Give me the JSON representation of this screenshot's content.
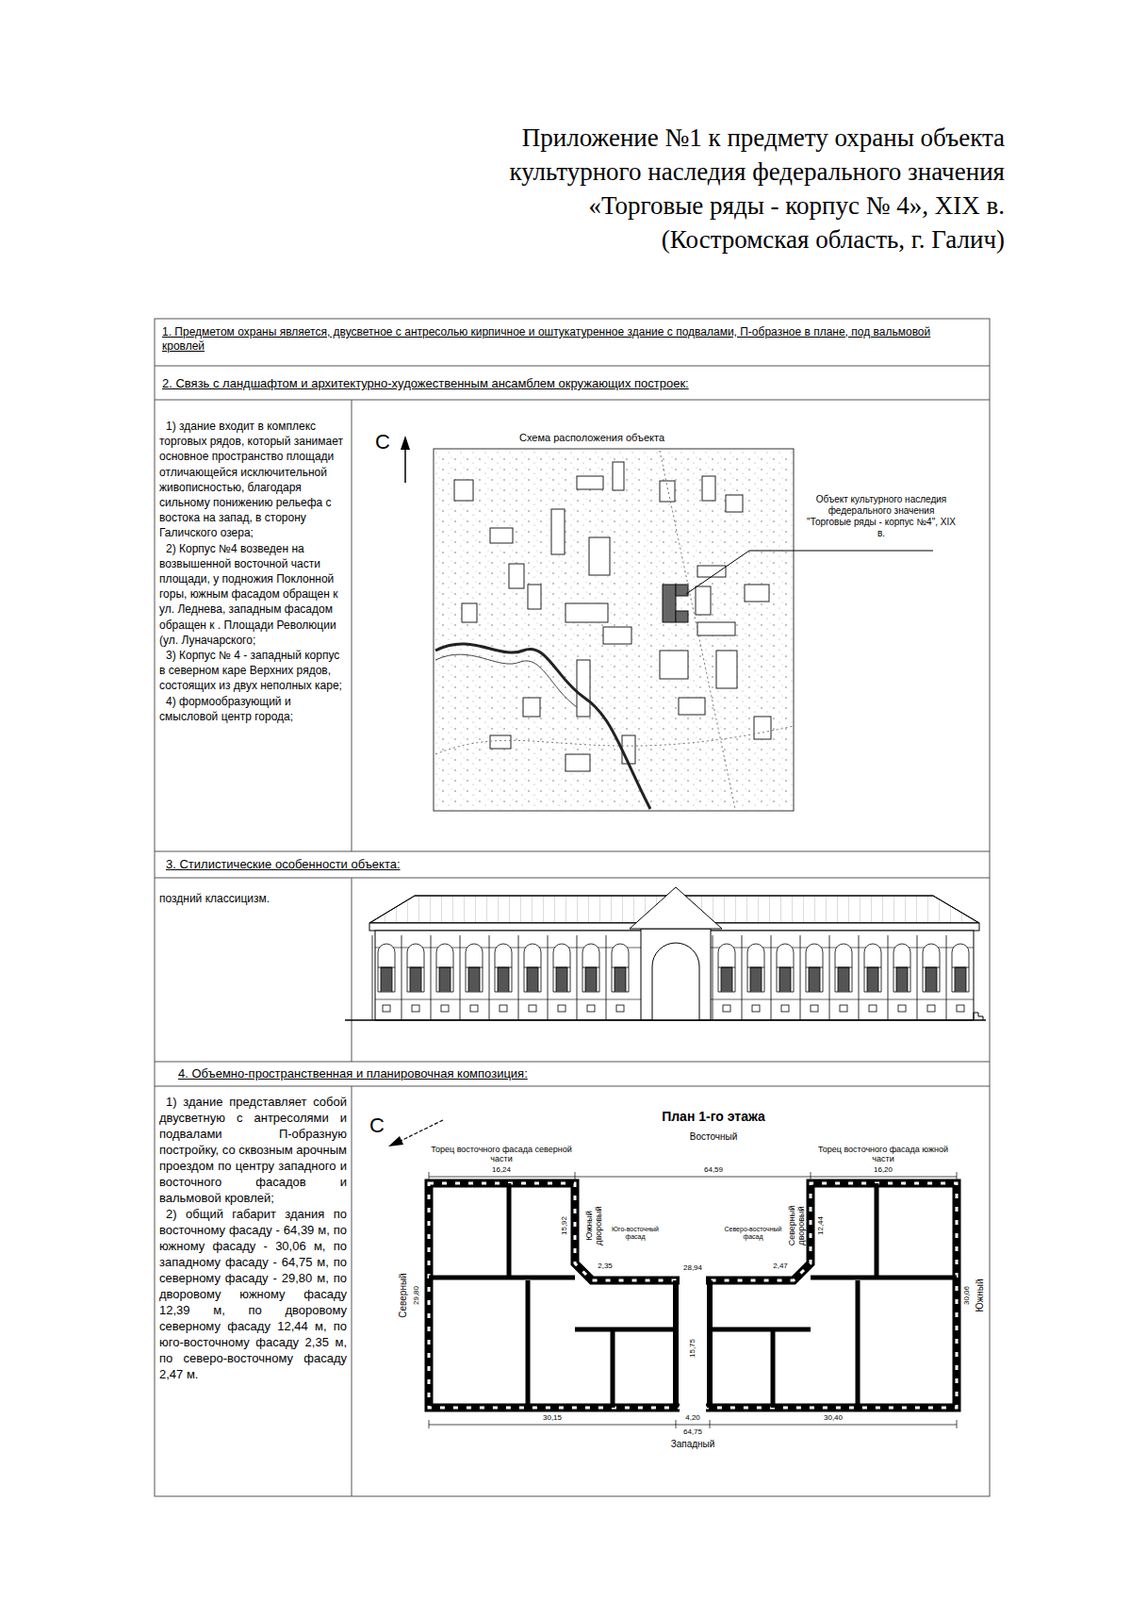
{
  "diagram": {
    "title": "Приложение №1 к предмету охраны объекта культурного наследия федерального значения «Торговые ряды - корпус № 4», XIX в. (Костромская область, г. Галич)",
    "labels": [
      "1. Предметом охраны является, двусветное с антресолью кирпичное и оштукатуренное здание с подвалами, П-образное в плане, под вальмовой кровлей",
      "2. Связь с ландшафтом и архитектурно-художественным ансамблем окружающих построек:",
      "С",
      "Схема расположения объекта",
      "Объект культурного наследия федерального значения \"Торговые ряды - корпус №4\", XIX в.",
      "1) здание входит в комплекс торговых рядов, который занимает основное пространство площади отличающейся исключительной живописностью, благодаря сильному понижению рельефа с востока на запад, в сторону Галичского озера;",
      "2) Корпус №4 возведен на возвышенной восточной части площади, у подножия Поклонной горы, южным фасадом обращен к ул. Леднева, западным фасадом обращен к . Площади Революции (ул. Луначарского;",
      "3) Корпус № 4 - западный корпус в северном каре Верхних рядов, состоящих из двух неполных каре;",
      "4) формообразующий и смысловой центр города;",
      "3. Стилистические особенности объекта:",
      "поздний классицизм.",
      "4. Объемно-пространственная и планировочная композиция:",
      "1) здание представляет собой двусветную с антресолями и подвалами П-образную постройку, со сквозным арочным проездом по центру западного и восточного фасадов и вальмовой кровлей;",
      "2) общий габарит здания по восточному фасаду - 64,39 м, по южному фасаду - 30,06 м, по западному фасаду - 64,75 м, по северному фасаду - 29,80 м, по дворовому южному фасаду 12,39 м, по дворовому северному фасаду 12,44 м, по юго-восточному фасаду 2,35 м, по северо-восточному фасаду 2,47 м.",
      "С",
      "План 1-го этажа",
      "Восточный",
      "Торец восточного фасада северной части",
      "16,24",
      "64,59",
      "Торец восточного фасада южной части",
      "16,20",
      "Северный",
      "29,80",
      "Южный дворовый",
      "15,92",
      "Юго-восточный фасад",
      "28,94",
      "Северо-восточный фасад",
      "Северный дворовый",
      "12,44",
      "Южный",
      "30,06",
      "15,75",
      "2,35",
      "2,47",
      "30,15",
      "4,20",
      "30,40",
      "64,75",
      "Западный"
    ]
  }
}
